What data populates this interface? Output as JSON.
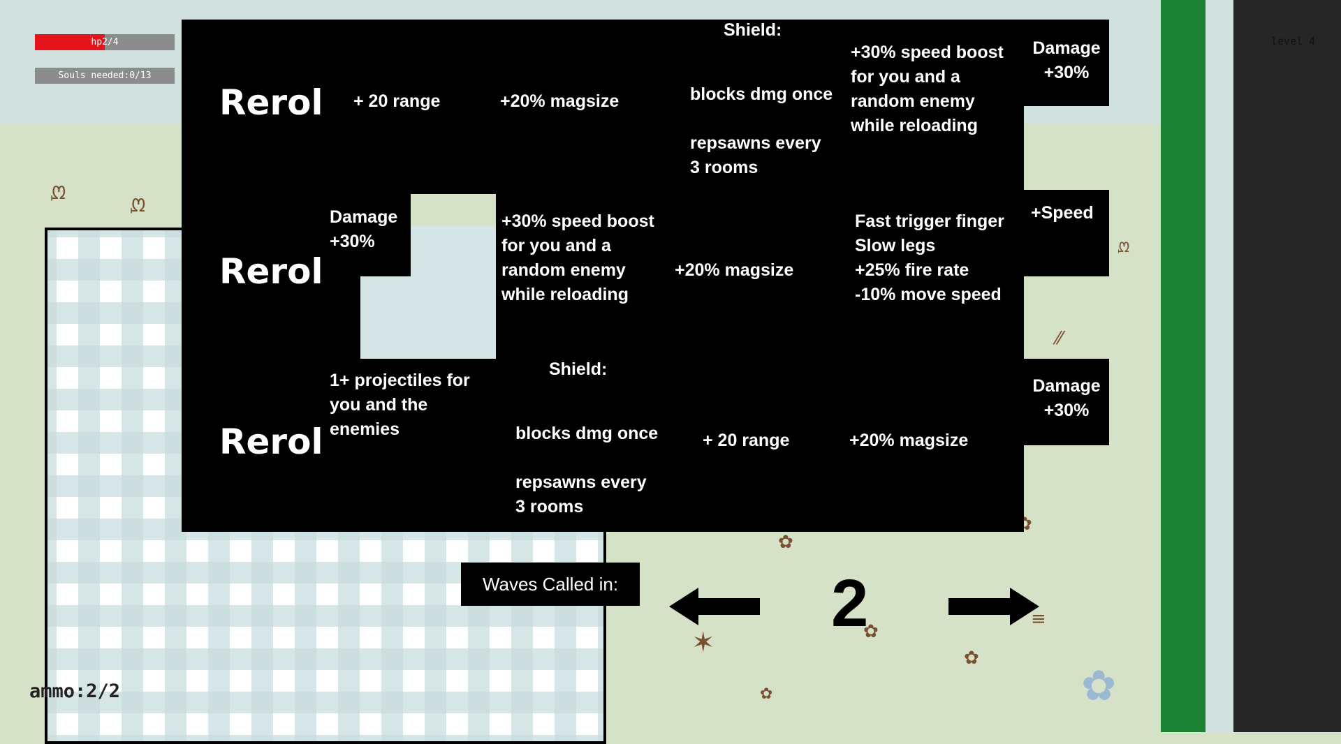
{
  "hud": {
    "hp_text": "hp2/4",
    "hp_fraction": 0.5,
    "souls_text": "Souls needed:0/13",
    "ammo_text": "ammo:2/2",
    "level_text": "level 4"
  },
  "upgrades": {
    "rows": [
      {
        "reroll": "Reroll",
        "c1": "+ 20 range",
        "c2": "+20% magsize",
        "c3_title": "Shield:",
        "c3_body": "blocks dmg once\n\nrepsawns every\n3 rooms",
        "c4": "+30% speed boost\n for you and a\nrandom enemy\n while reloading",
        "side": "Damage\n+30%"
      },
      {
        "reroll": "Reroll",
        "c1": "Damage\n +30%",
        "c2": "+30% speed boost\n for you and a\nrandom enemy\n while reloading",
        "c3": "+20% magsize",
        "c4": "Fast trigger finger\n   Slow legs\n+25% fire rate\n-10% move speed",
        "side": "+Speed"
      },
      {
        "reroll": "Reroll",
        "c1": "1+ projectiles for\nyou and the\nenemies",
        "c2_title": "Shield:",
        "c2_body": "blocks dmg once\n\nrepsawns every\n3 rooms",
        "c3": "+ 20 range",
        "c4": "+20% magsize",
        "side": "Damage\n+30%"
      }
    ]
  },
  "wave": {
    "label": "Waves Called in:",
    "count": "2"
  },
  "colors": {
    "hp_red": "#e5131a",
    "bar_gray": "#8c8c8c",
    "stripe_green": "#1b8233",
    "panel_black": "#000000"
  }
}
